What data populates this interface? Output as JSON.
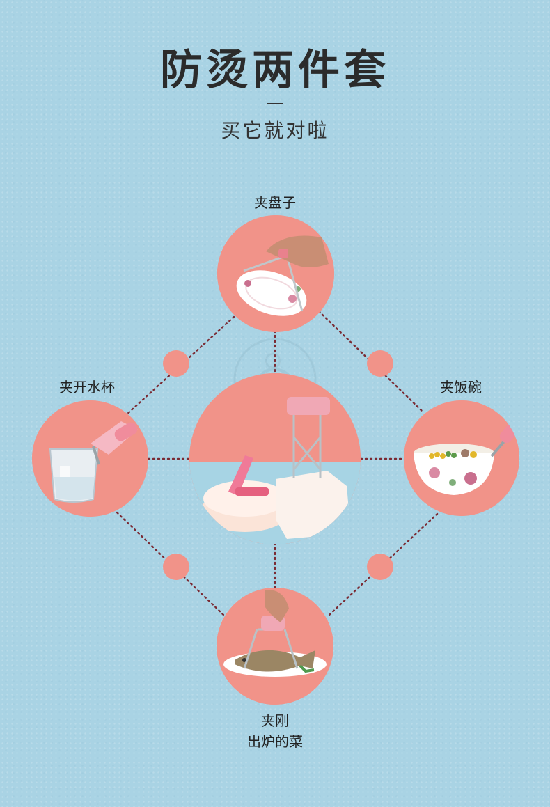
{
  "header": {
    "title": "防烫两件套",
    "subtitle": "买它就对啦"
  },
  "scenes": {
    "top": {
      "label": "夹盘子",
      "icon": "plate-clip-photo"
    },
    "left": {
      "label": "夹开水杯",
      "icon": "glass-cup-photo"
    },
    "right": {
      "label": "夹饭碗",
      "icon": "bowl-photo"
    },
    "bottom": {
      "label_line1": "夹刚",
      "label_line2": "出炉的菜",
      "icon": "fish-dish-photo"
    },
    "center": {
      "icon": "product-set-photo"
    }
  },
  "colors": {
    "background": "#a9d3e4",
    "accent": "#f19389",
    "connector": "#7a2a33"
  }
}
